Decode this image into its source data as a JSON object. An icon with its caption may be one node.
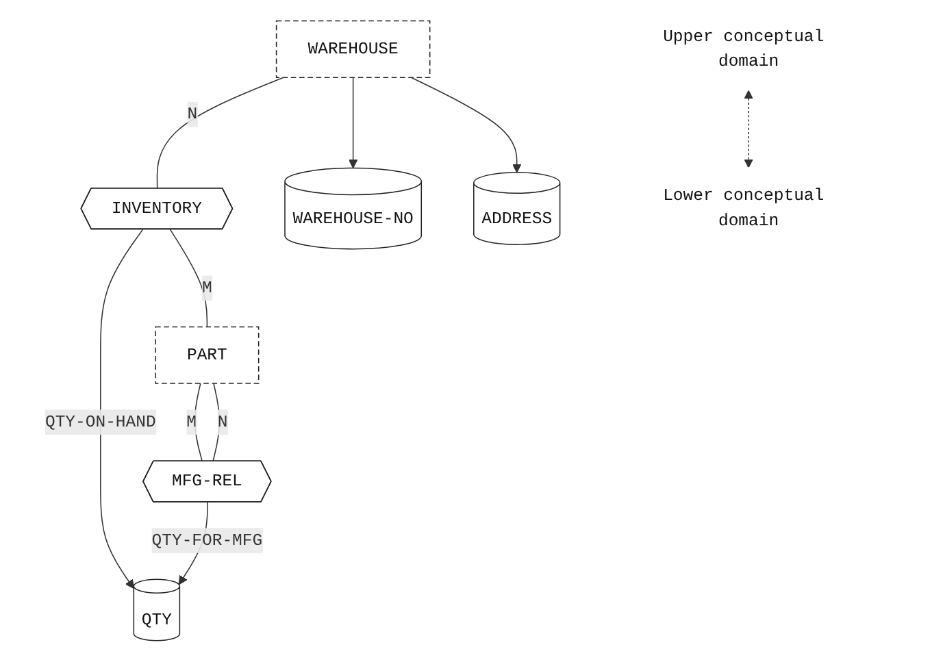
{
  "diagram": {
    "nodes": [
      {
        "text": [
          "WAREHOUSE"
        ]
      },
      {
        "text": [
          "INVENTORY"
        ]
      },
      {
        "text": [
          "PART"
        ]
      },
      {
        "text": [
          "MFG-REL"
        ]
      },
      {
        "text": [
          "WAREHOUSE-NO"
        ]
      },
      {
        "text": [
          "ADDRESS"
        ]
      },
      {
        "text": [
          "QTY"
        ]
      },
      {
        "text": [
          "Upper conceptual domain"
        ]
      },
      {
        "text": [
          "Lower conceptual domain"
        ]
      }
    ],
    "edges": [
      {
        "from": 0,
        "to": 1,
        "arrow": "none",
        "label": "N"
      },
      {
        "from": 1,
        "to": 2,
        "arrow": "none",
        "label": "M"
      },
      {
        "from": 2,
        "to": 3,
        "arrow": "none",
        "label": "M"
      },
      {
        "from": 2,
        "to": 3,
        "arrow": "none",
        "label": "N"
      },
      {
        "from": 0,
        "to": 4,
        "arrow": "to"
      },
      {
        "from": 0,
        "to": 5,
        "arrow": "to"
      },
      {
        "from": 1,
        "to": 6,
        "arrow": "to",
        "label": "QTY-ON-HAND"
      },
      {
        "from": 3,
        "to": 6,
        "arrow": "to",
        "label": "QTY-FOR-MFG"
      },
      {
        "from": 7,
        "to": 8,
        "arrow": "both",
        "style": "dashed"
      }
    ]
  }
}
